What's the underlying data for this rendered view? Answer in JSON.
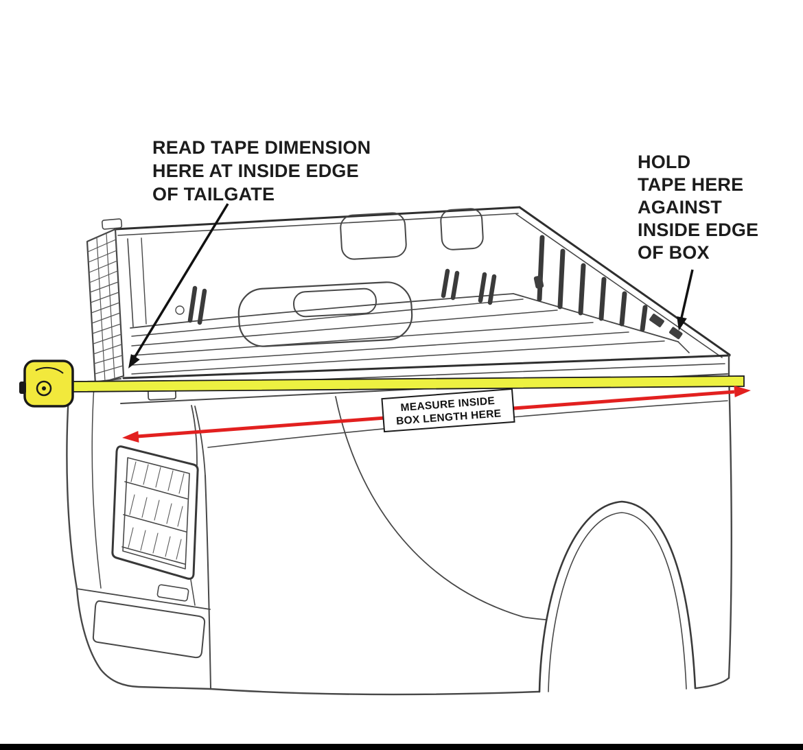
{
  "annotations": {
    "read_tape": {
      "lines": [
        "READ TAPE DIMENSION",
        "HERE AT INSIDE EDGE",
        "OF TAILGATE"
      ]
    },
    "hold_tape": {
      "lines": [
        "HOLD",
        "TAPE HERE",
        "AGAINST",
        "INSIDE EDGE",
        "OF BOX"
      ]
    },
    "measure_label": {
      "line1": "MEASURE INSIDE",
      "line2": "BOX LENGTH HERE"
    }
  },
  "colors": {
    "tape_yellow": "#edf141",
    "tape_body_yellow": "#f2e93c",
    "arrow_red": "#e2201f",
    "ink": "#474747",
    "ink_dark": "#2e2e2e",
    "text": "#1c1c1c",
    "bottom_bar": "#000000"
  },
  "illustration": {
    "subject": "pickup-truck-bed-measuring-diagram"
  }
}
